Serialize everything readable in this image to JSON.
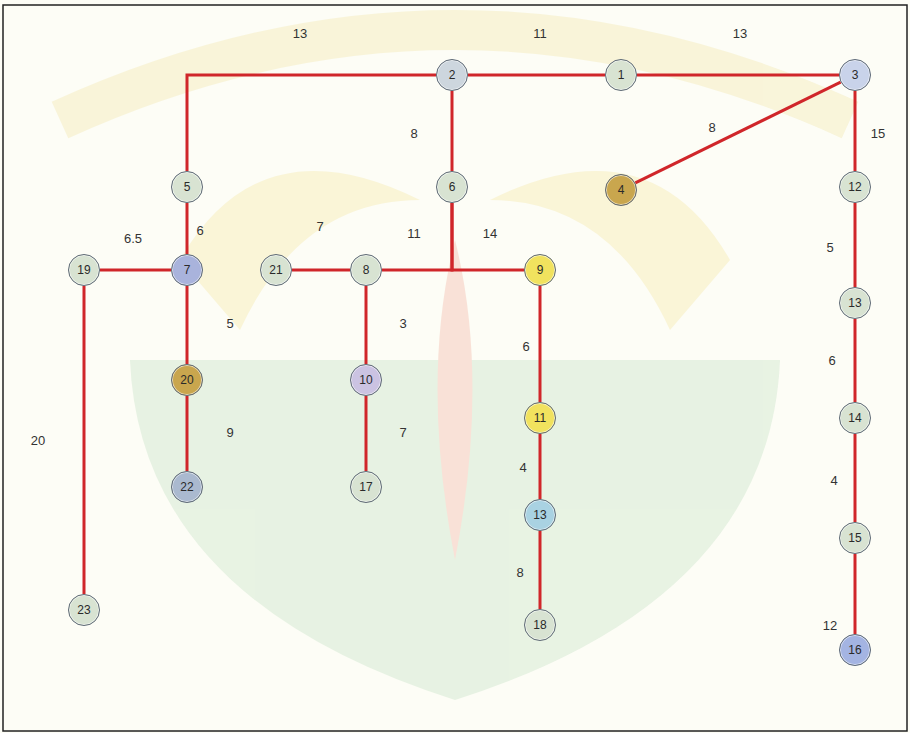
{
  "diagram": {
    "nodes": [
      {
        "text": [
          "2"
        ]
      },
      {
        "text": [
          "1"
        ]
      },
      {
        "text": [
          "3"
        ]
      },
      {
        "text": [
          "5"
        ]
      },
      {
        "text": [
          "6"
        ]
      },
      {
        "text": [
          "4"
        ]
      },
      {
        "text": [
          "12"
        ]
      },
      {
        "text": [
          "19"
        ]
      },
      {
        "text": [
          "7"
        ]
      },
      {
        "text": [
          "21"
        ]
      },
      {
        "text": [
          "8"
        ]
      },
      {
        "text": [
          "9"
        ]
      },
      {
        "text": [
          "13"
        ]
      },
      {
        "text": [
          "20"
        ]
      },
      {
        "text": [
          "10"
        ]
      },
      {
        "text": [
          "11"
        ]
      },
      {
        "text": [
          "14"
        ]
      },
      {
        "text": [
          "22"
        ]
      },
      {
        "text": [
          "17"
        ]
      },
      {
        "text": [
          "13"
        ]
      },
      {
        "text": [
          "15"
        ]
      },
      {
        "text": [
          "23"
        ]
      },
      {
        "text": [
          "18"
        ]
      },
      {
        "text": [
          "16"
        ]
      }
    ],
    "edges": [
      {
        "from": 3,
        "to": 0,
        "arrow": "none",
        "label": "13"
      },
      {
        "from": 0,
        "to": 1,
        "arrow": "none",
        "label": "11"
      },
      {
        "from": 1,
        "to": 2,
        "arrow": "none",
        "label": "13"
      },
      {
        "from": 2,
        "to": 5,
        "arrow": "none",
        "label": "8"
      },
      {
        "from": 0,
        "to": 4,
        "arrow": "none",
        "label": "8"
      },
      {
        "from": 2,
        "to": 6,
        "arrow": "none",
        "label": "15"
      },
      {
        "from": 6,
        "to": 12,
        "arrow": "none",
        "label": "5"
      },
      {
        "from": 12,
        "to": 16,
        "arrow": "none",
        "label": "6"
      },
      {
        "from": 16,
        "to": 20,
        "arrow": "none",
        "label": "4"
      },
      {
        "from": 20,
        "to": 23,
        "arrow": "none",
        "label": "12"
      },
      {
        "from": 3,
        "to": 8,
        "arrow": "none",
        "label": "6"
      },
      {
        "from": 7,
        "to": 8,
        "arrow": "none",
        "label": "6.5"
      },
      {
        "from": 9,
        "to": 10,
        "arrow": "none",
        "label": "7"
      },
      {
        "from": 4,
        "to": 10,
        "arrow": "none",
        "label": "11"
      },
      {
        "from": 4,
        "to": 11,
        "arrow": "none",
        "label": "14"
      },
      {
        "from": 8,
        "to": 13,
        "arrow": "none",
        "label": "5"
      },
      {
        "from": 13,
        "to": 17,
        "arrow": "none",
        "label": "9"
      },
      {
        "from": 10,
        "to": 14,
        "arrow": "none",
        "label": "3"
      },
      {
        "from": 14,
        "to": 18,
        "arrow": "none",
        "label": "7"
      },
      {
        "from": 11,
        "to": 15,
        "arrow": "none",
        "label": "6"
      },
      {
        "from": 15,
        "to": 19,
        "arrow": "none",
        "label": "4"
      },
      {
        "from": 19,
        "to": 22,
        "arrow": "none",
        "label": "8"
      },
      {
        "from": 7,
        "to": 21,
        "arrow": "none",
        "label": "20"
      }
    ]
  }
}
